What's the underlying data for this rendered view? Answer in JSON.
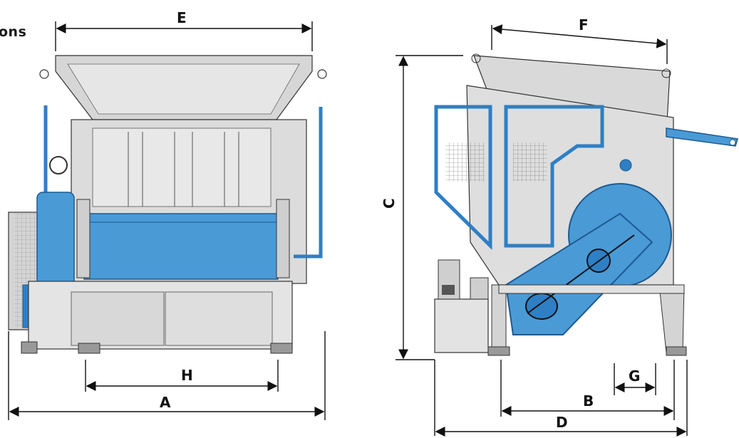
{
  "heading_fragment": "ons",
  "dimensions": {
    "A": "A",
    "B": "B",
    "C": "C",
    "D": "D",
    "E": "E",
    "F": "F",
    "G": "G",
    "H": "H"
  },
  "colors": {
    "machine_blue": "#4a9ad6",
    "frame_blue": "#2f7fc4",
    "steel_gray": "#d9d9d9",
    "line_dark": "#222222"
  },
  "views": [
    "front-view",
    "side-view"
  ]
}
